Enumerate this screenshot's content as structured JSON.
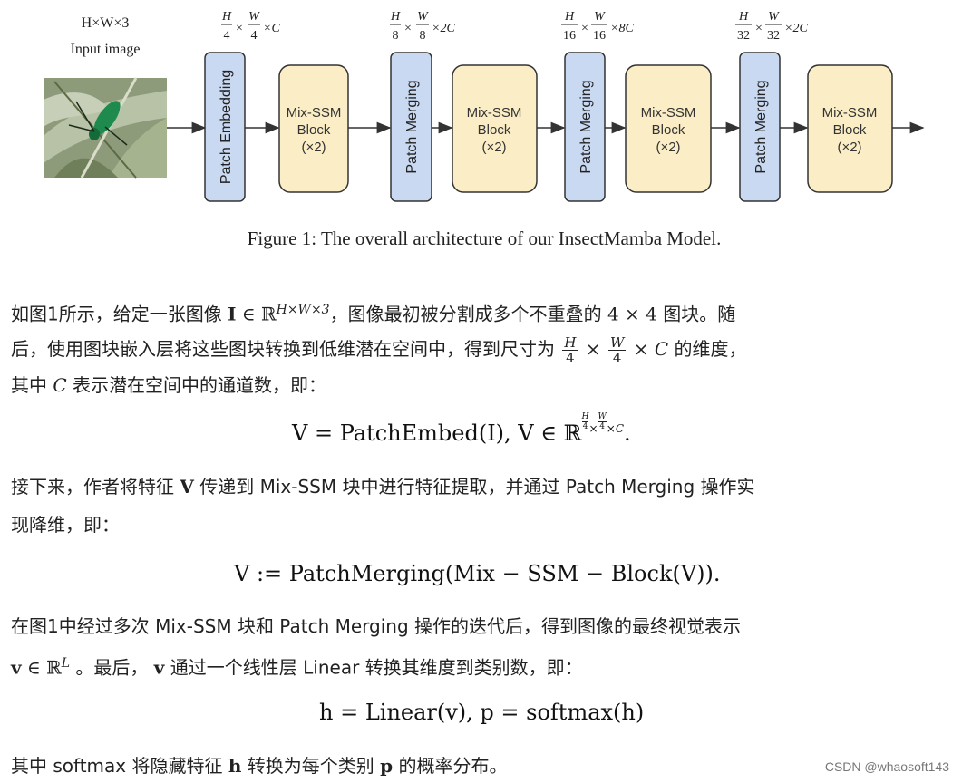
{
  "figure": {
    "input_dims": "H×W×3",
    "input_label": "Input image",
    "caption": "Figure 1: The overall architecture of our InsectMamba Model.",
    "patch_embedding_label": "Patch Embedding",
    "patch_merging_label": "Patch Merging",
    "block_lines": [
      "Mix-SSM",
      "Block",
      "(×2)"
    ],
    "dim_labels": [
      {
        "num_h": "H",
        "den_h": "4",
        "num_w": "W",
        "den_w": "4",
        "suffix": "×C"
      },
      {
        "num_h": "H",
        "den_h": "8",
        "num_w": "W",
        "den_w": "8",
        "suffix": "×2C"
      },
      {
        "num_h": "H",
        "den_h": "16",
        "num_w": "W",
        "den_w": "16",
        "suffix": "×8C"
      },
      {
        "num_h": "H",
        "den_h": "32",
        "num_w": "W",
        "den_w": "32",
        "suffix": "×2C"
      }
    ],
    "colors": {
      "patch_box": "#c9d9f1",
      "block_box": "#fbeec6",
      "stroke": "#333333"
    }
  },
  "text": {
    "p1_l1_a": "如图1所示，给定一张图像 ",
    "p1_l1_b": "，图像最初被分割成多个不重叠的 ",
    "p1_l1_c": " 图块。随",
    "p1_l2_a": "后，使用图块嵌入层将这些图块转换到低维潜在空间中，得到尺寸为 ",
    "p1_l2_b": " 的维度，",
    "p1_l3_a": "其中 ",
    "p1_l3_b": " 表示潜在空间中的通道数，即：",
    "p2_l1_a": "接下来，作者将特征 ",
    "p2_l1_b": " 传递到 Mix-SSM 块中进行特征提取，并通过 Patch Merging 操作实",
    "p2_l2": "现降维，即：",
    "p3_l1": "在图1中经过多次 Mix-SSM 块和 Patch Merging 操作的迭代后，得到图像的最终视觉表示",
    "p3_l2_a": " 。最后， ",
    "p3_l2_b": " 通过一个线性层 Linear 转换其维度到类别数，即：",
    "p4_a": "其中 softmax 将隐藏特征 ",
    "p4_b": " 转换为每个类别 ",
    "p4_c": " 的概率分布。"
  },
  "math": {
    "I": "I",
    "in": "∈",
    "R": "ℝ",
    "HxWx3": "H×W×3",
    "4x4": "4 × 4",
    "C": "C",
    "V": "V",
    "v": "v",
    "L": "L",
    "h": "h",
    "p": "p",
    "eq1_a": "V = PatchEmbed(I), V ∈ ℝ",
    "eq1_b": "×C",
    "eq2": "V := PatchMerging(Mix − SSM − Block(V)).",
    "eq3": "h = Linear(v), p = softmax(h)"
  },
  "watermark": "CSDN @whaosoft143"
}
